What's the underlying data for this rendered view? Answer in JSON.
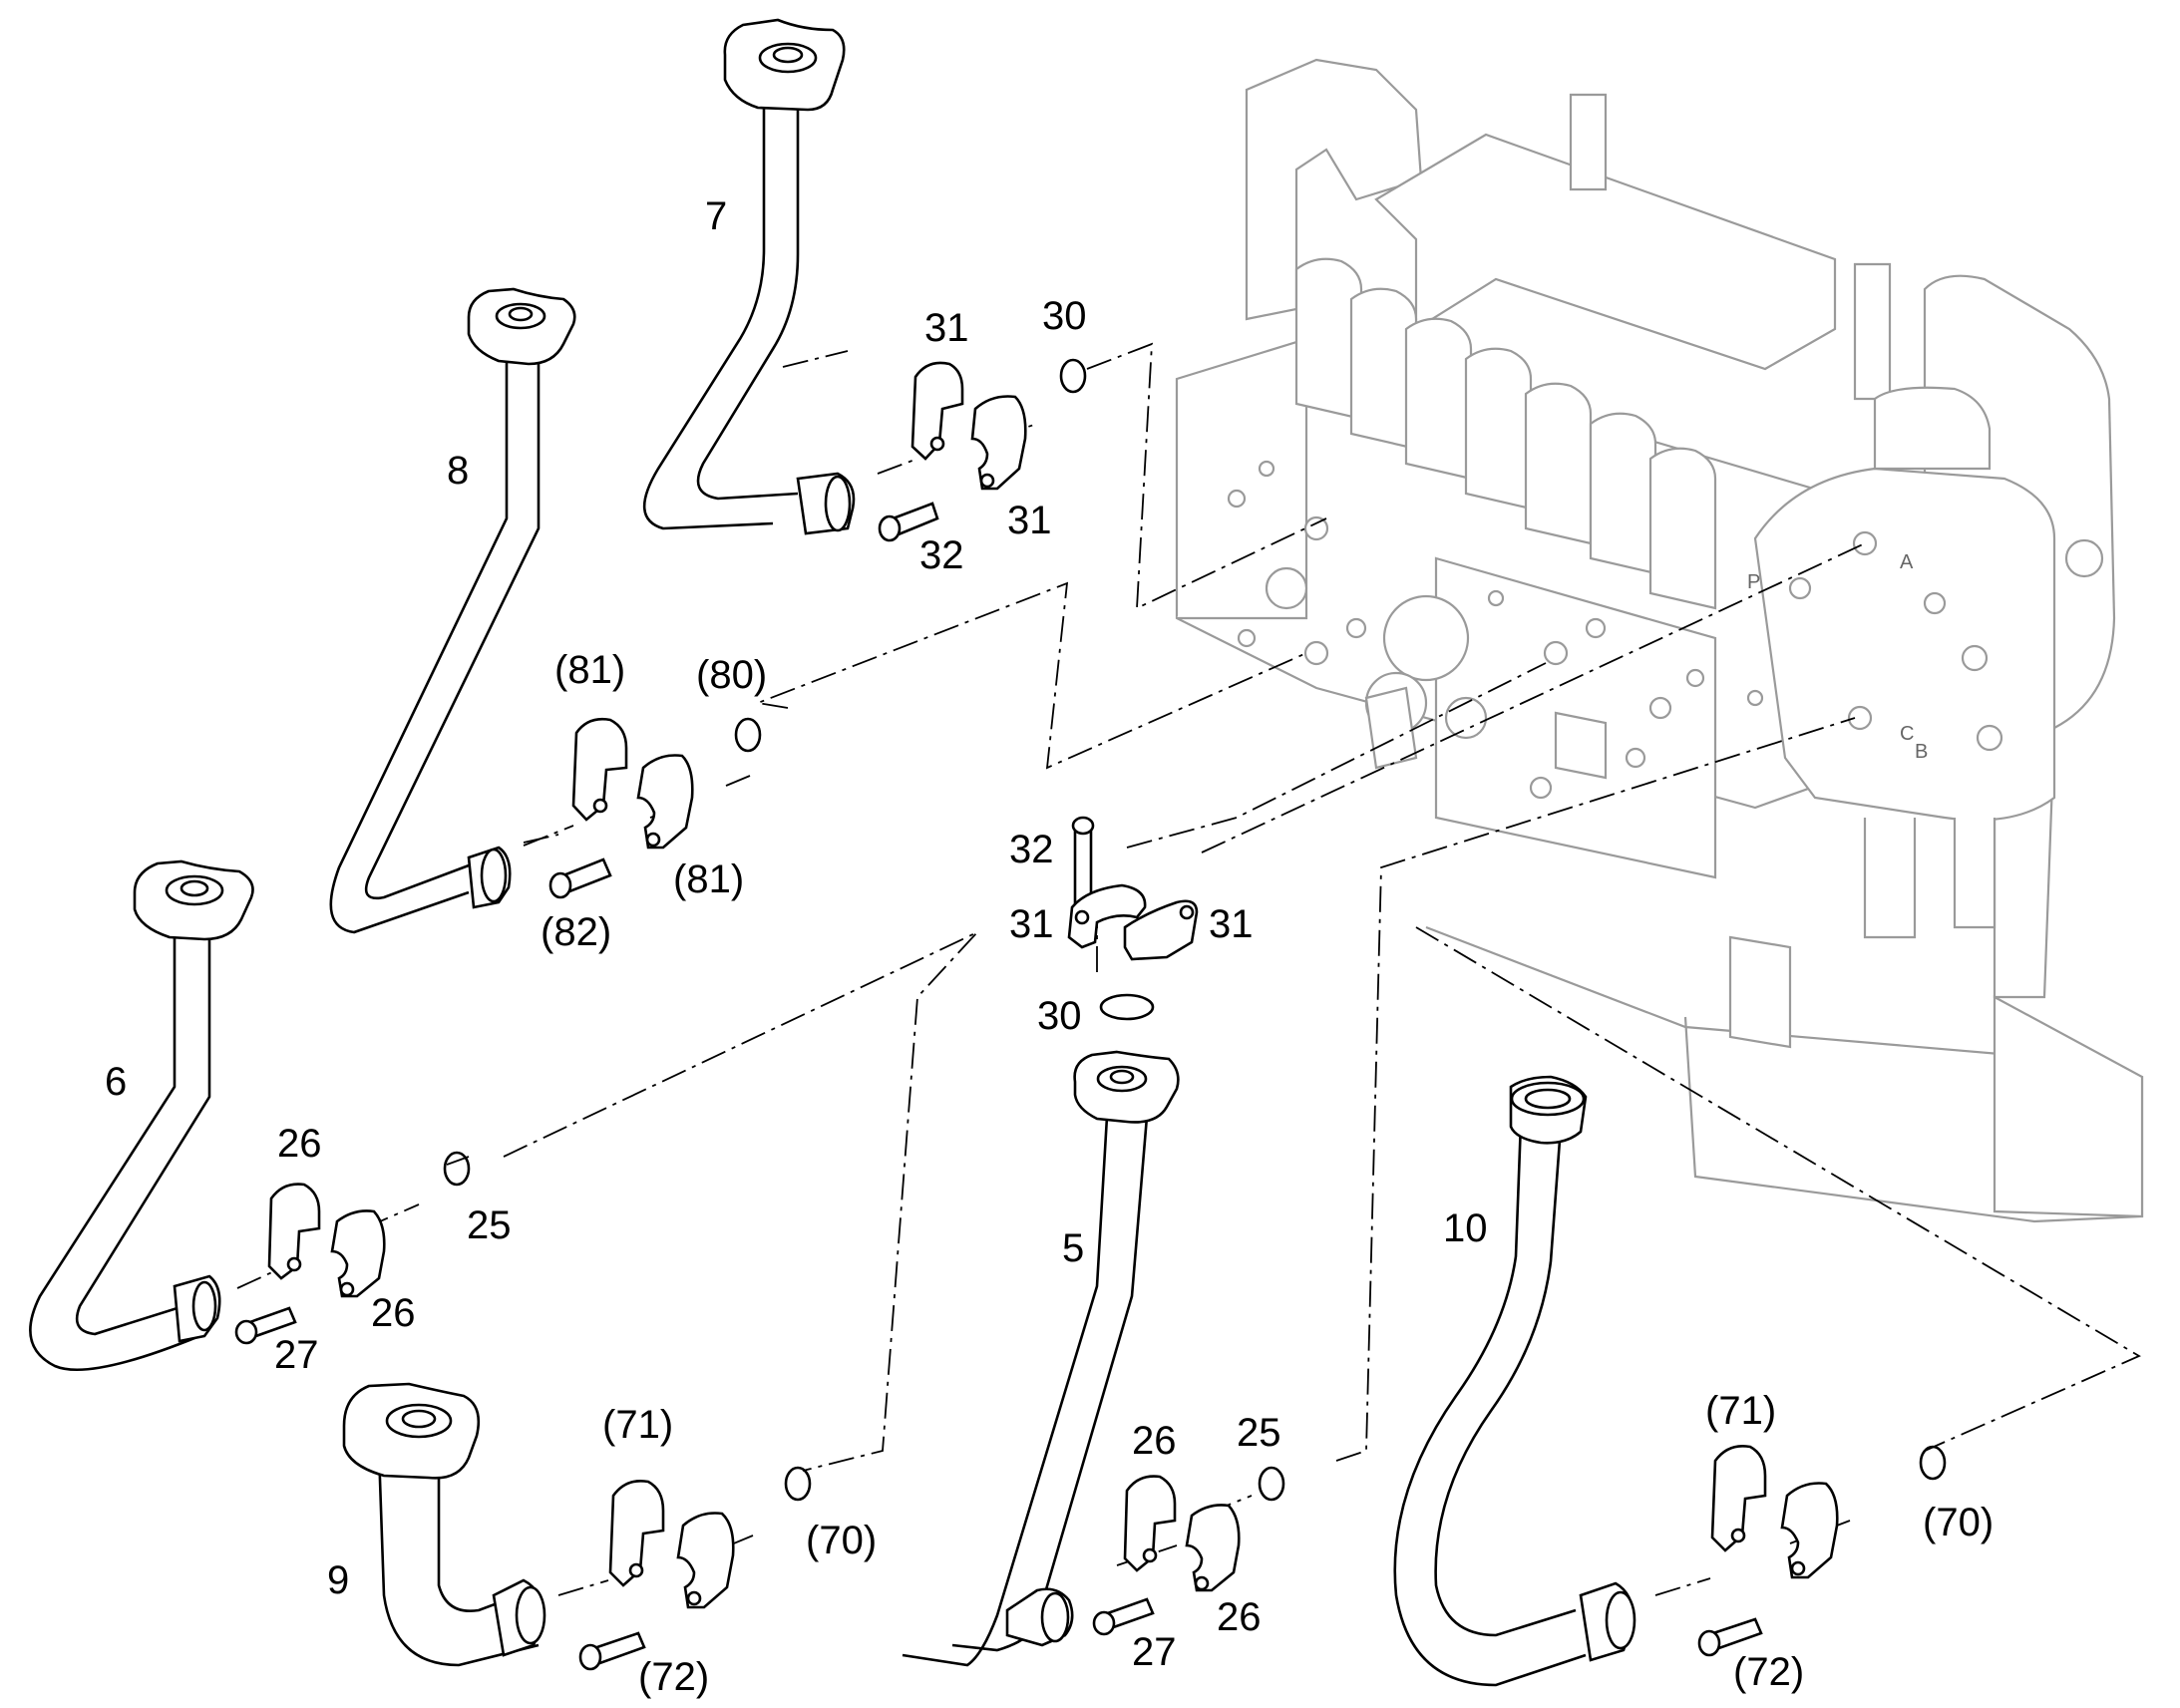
{
  "drawing": {
    "labels": {
      "p5": "5",
      "p6": "6",
      "p7": "7",
      "p8": "8",
      "p9": "9",
      "p10": "10",
      "n25a": "25",
      "n25b": "25",
      "n26a": "26",
      "n26b": "26",
      "n26c": "26",
      "n26d": "26",
      "n27a": "27",
      "n27b": "27",
      "n30a": "30",
      "n30b": "30",
      "n31a": "31",
      "n31b": "31",
      "n31c": "31",
      "n31d": "31",
      "n32a": "32",
      "n32b": "32",
      "n70a": "(70)",
      "n70b": "(70)",
      "n71a": "(71)",
      "n71b": "(71)",
      "n72a": "(72)",
      "n72b": "(72)",
      "n80": "(80)",
      "n81a": "(81)",
      "n81b": "(81)",
      "n82": "(82)"
    },
    "valve_letters": {
      "a": "A",
      "b": "B",
      "c": "C",
      "p": "P"
    }
  }
}
